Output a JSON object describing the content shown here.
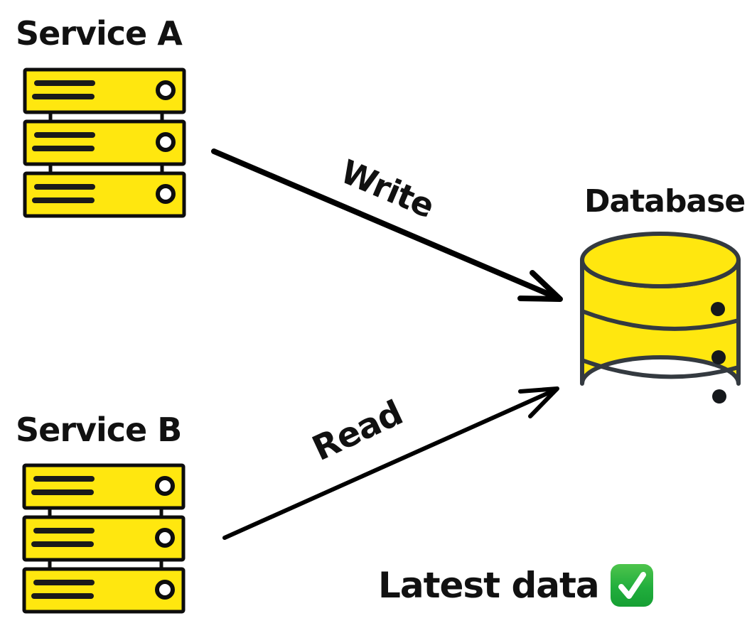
{
  "diagram": {
    "type": "hand-drawn-architecture-sketch",
    "nodes": {
      "service_a": {
        "label": "Service A",
        "icon": "server-stack-icon"
      },
      "service_b": {
        "label": "Service B",
        "icon": "server-stack-icon"
      },
      "database": {
        "label": "Database",
        "icon": "database-cylinder-icon"
      }
    },
    "edges": [
      {
        "label": "Write",
        "from": "service_a",
        "to": "database"
      },
      {
        "label": "Read",
        "from": "service_b",
        "to": "database"
      }
    ],
    "annotation": {
      "text": "Latest data",
      "icon": "check-mark-button-emoji"
    },
    "colors": {
      "node_fill": "#FFE70F",
      "server_outline": "#0D0D0D",
      "database_outline": "#343A40",
      "arrow": "#000000",
      "text": "#111111",
      "check_green": "#21AE3D"
    }
  }
}
